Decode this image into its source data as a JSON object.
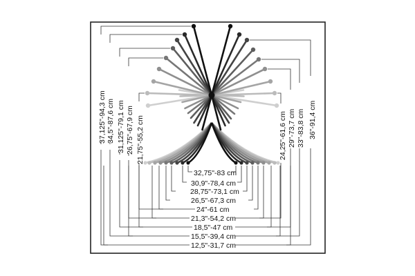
{
  "diagram": {
    "pin_colors": [
      "#111111",
      "#2a2a2a",
      "#444444",
      "#5e5e5e",
      "#777777",
      "#8f8f8f",
      "#a5a5a5",
      "#bbbbbb",
      "#cfcfcf"
    ],
    "bottom_labels": [
      "32,75\"-83 cm",
      "30,9\"-78,4 cm",
      "28,75\"-73,1 cm",
      "26,5\"-67,3 cm",
      "24\"-61 cm",
      "21,3\"-54,2 cm",
      "18,5\"-47 cm",
      "15,5\"-39,4 cm",
      "12,5\"-31,7 cm"
    ],
    "left_labels": [
      "37,125\"-94,3 cm",
      "34,5\"-87,6 cm",
      "31,125\"-79,1 cm",
      "26,75\"-67,9 cm",
      "21,75\"-55,2 cm"
    ],
    "right_labels": [
      "24,25\"-61,6 cm",
      "29\"-73,7 cm",
      "33\"-83,8 cm",
      "36\"-91,4 cm"
    ]
  }
}
